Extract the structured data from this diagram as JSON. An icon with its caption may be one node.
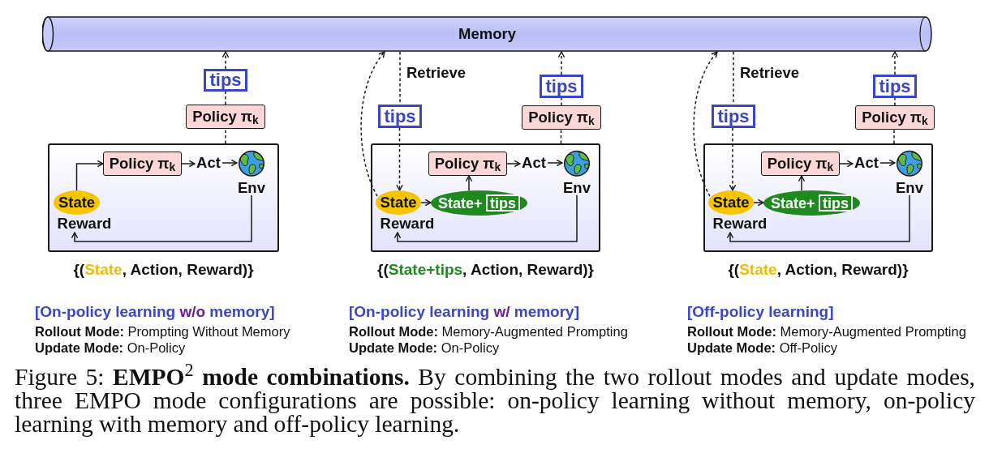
{
  "diagram": {
    "caption": "Figure 5: **EMPO**$^{2}$ **mode combinations.** By combining the two rollout modes and update modes, three EMPO mode configurations are possible: on-policy learning without memory, on-policy learning with memory and off-policy learning.",
    "nodes": [
      {
        "text": [
          "Memory"
        ]
      },
      {
        "text": [
          "tips"
        ]
      },
      {
        "text": [
          "Policy π$_{k}$"
        ]
      },
      {
        "text": [],
        "shape": "box",
        "beside": [
          "{(*State*, Action, Reward)}"
        ]
      },
      {
        "text": [
          "Policy π$_{k}$"
        ],
        "in": 3
      },
      {
        "text": [
          "Act"
        ],
        "in": 3
      },
      {
        "text": [
          "Env"
        ],
        "in": 3
      },
      {
        "text": [
          "State"
        ],
        "in": 3
      },
      {
        "text": [
          "Reward"
        ],
        "in": 3
      },
      {
        "text": [
          "tips"
        ]
      },
      {
        "text": [
          "tips"
        ]
      },
      {
        "text": [
          "Policy π$_{k}$"
        ]
      },
      {
        "text": [],
        "shape": "box",
        "beside": [
          "{(*State+tips*, Action, Reward)}"
        ]
      },
      {
        "text": [
          "Policy π$_{k}$"
        ],
        "in": 12
      },
      {
        "text": [
          "Act"
        ],
        "in": 12
      },
      {
        "text": [
          "Env"
        ],
        "in": 12
      },
      {
        "text": [
          "State"
        ],
        "in": 12
      },
      {
        "text": [
          "State+"
        ],
        "in": 12
      },
      {
        "text": [
          "tips"
        ],
        "in": 17
      },
      {
        "text": [
          "Reward"
        ],
        "in": 12
      },
      {
        "text": [
          "tips"
        ]
      },
      {
        "text": [
          "tips"
        ]
      },
      {
        "text": [
          "Policy π$_{k}$"
        ]
      },
      {
        "text": [],
        "shape": "box",
        "beside": [
          "{(*State*, Action, Reward)}"
        ]
      },
      {
        "text": [
          "Policy π$_{k}$"
        ],
        "in": 23
      },
      {
        "text": [
          "Act"
        ],
        "in": 23
      },
      {
        "text": [
          "Env"
        ],
        "in": 23
      },
      {
        "text": [
          "State"
        ],
        "in": 23
      },
      {
        "text": [
          "State+"
        ],
        "in": 23
      },
      {
        "text": [
          "tips"
        ],
        "in": 28
      },
      {
        "text": [
          "Reward"
        ],
        "in": 23
      }
    ],
    "edges": [
      {
        "from": 4,
        "to": 5,
        "arrow": "to"
      },
      {
        "from": 5,
        "to": 6,
        "arrow": "to"
      },
      {
        "from": 7,
        "to": 4,
        "arrow": "to"
      },
      {
        "from": 6,
        "to": 8,
        "arrow": "to"
      },
      {
        "from": 3,
        "to": 2,
        "arrow": "none",
        "style": "dashed"
      },
      {
        "from": 2,
        "to": 1,
        "arrow": "none",
        "style": "dashed"
      },
      {
        "from": 1,
        "to": 0,
        "arrow": "to",
        "style": "dashed"
      },
      {
        "from": 0,
        "to": 9,
        "arrow": "none",
        "style": "dashed",
        "label": "Retrieve"
      },
      {
        "from": 9,
        "to": 16,
        "arrow": "to",
        "style": "dashed"
      },
      {
        "from": 16,
        "to": 0,
        "arrow": "to",
        "style": "dashed"
      },
      {
        "from": 16,
        "to": 17,
        "arrow": "to"
      },
      {
        "from": 17,
        "to": 13,
        "arrow": "to"
      },
      {
        "from": 13,
        "to": 14,
        "arrow": "to"
      },
      {
        "from": 14,
        "to": 15,
        "arrow": "to"
      },
      {
        "from": 15,
        "to": 19,
        "arrow": "to"
      },
      {
        "from": 12,
        "to": 11,
        "arrow": "none",
        "style": "dashed"
      },
      {
        "from": 11,
        "to": 10,
        "arrow": "none",
        "style": "dashed"
      },
      {
        "from": 10,
        "to": 0,
        "arrow": "to",
        "style": "dashed"
      },
      {
        "from": 0,
        "to": 20,
        "arrow": "none",
        "style": "dashed",
        "label": "Retrieve"
      },
      {
        "from": 20,
        "to": 27,
        "arrow": "to",
        "style": "dashed"
      },
      {
        "from": 27,
        "to": 0,
        "arrow": "to",
        "style": "dashed"
      },
      {
        "from": 27,
        "to": 28,
        "arrow": "to"
      },
      {
        "from": 28,
        "to": 24,
        "arrow": "to"
      },
      {
        "from": 24,
        "to": 25,
        "arrow": "to"
      },
      {
        "from": 25,
        "to": 26,
        "arrow": "to"
      },
      {
        "from": 26,
        "to": 30,
        "arrow": "to"
      },
      {
        "from": 23,
        "to": 22,
        "arrow": "none",
        "style": "dashed"
      },
      {
        "from": 22,
        "to": 21,
        "arrow": "none",
        "style": "dashed"
      },
      {
        "from": 21,
        "to": 0,
        "arrow": "to",
        "style": "dashed"
      }
    ],
    "labels": [
      "[On-policy learning *w/o* memory]",
      "**Rollout Mode:** Prompting Without Memory",
      "**Update Mode:** On-Policy",
      "[On-policy learning *w/* memory]",
      "**Rollout Mode:** Memory-Augmented Prompting",
      "**Update Mode:** On-Policy",
      "[Off-policy learning]",
      "**Rollout Mode:** Memory-Augmented Prompting",
      "**Update Mode:** Off-Policy"
    ]
  }
}
